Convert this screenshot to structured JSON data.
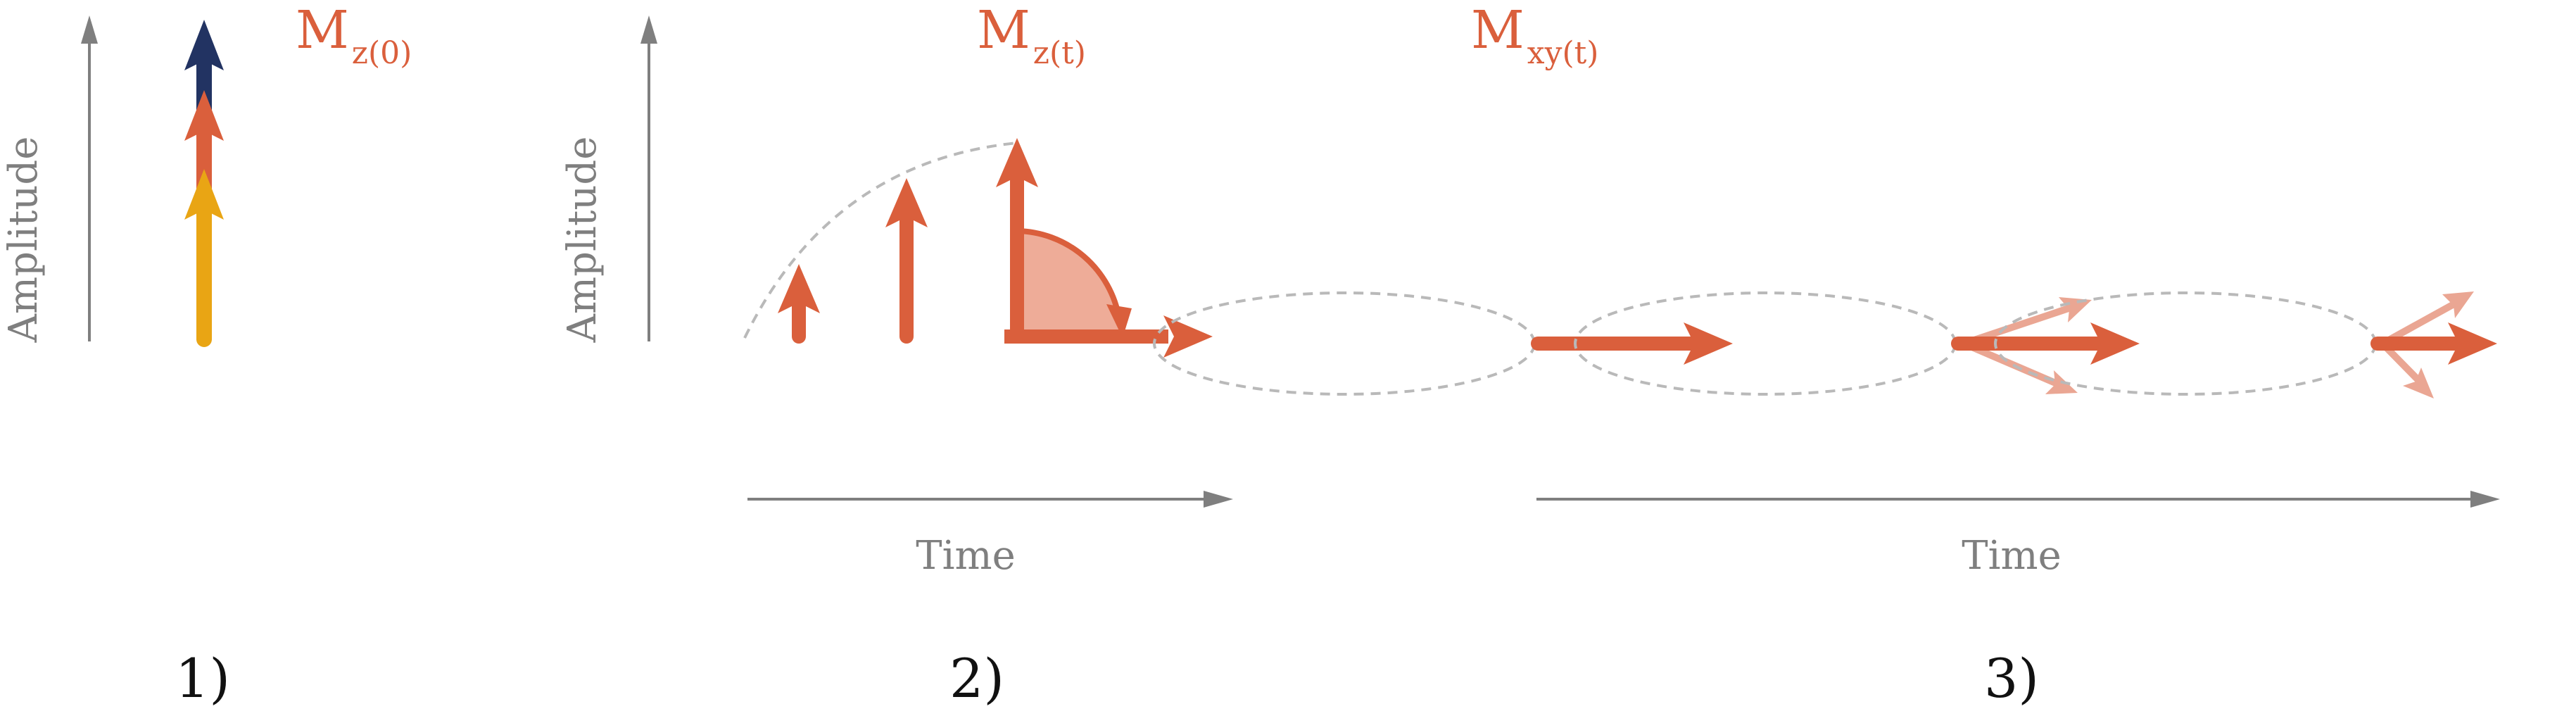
{
  "colors": {
    "axis": "#7f7f7f",
    "accent": "#da5f3c",
    "accent_light": "#e89a84",
    "accent_fill": "#eeac98",
    "navy": "#223362",
    "gold": "#e9a514",
    "dashed": "#b9b9b9",
    "text_dark": "#111111"
  },
  "panel1": {
    "ylabel": "Amplitude",
    "mag_main": "M",
    "mag_sub": "z(0)",
    "label": "1)"
  },
  "panel2": {
    "ylabel": "Amplitude",
    "xlabel": "Time",
    "mag_main": "M",
    "mag_sub": "z(t)",
    "label": "2)"
  },
  "panel3": {
    "xlabel": "Time",
    "mag_main": "M",
    "mag_sub": "xy(t)",
    "label": "3)"
  }
}
